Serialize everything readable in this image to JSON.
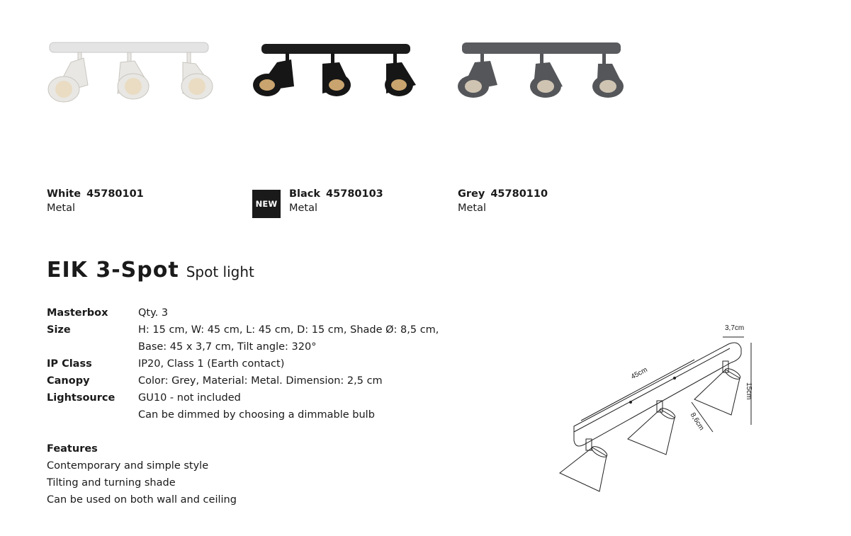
{
  "variants": [
    {
      "color": "White",
      "code": "45780101",
      "material": "Metal",
      "new": ""
    },
    {
      "color": "Black",
      "code": "45780103",
      "material": "Metal",
      "new": "NEW"
    },
    {
      "color": "Grey",
      "code": "45780110",
      "material": "Metal",
      "new": ""
    }
  ],
  "colors": {
    "white_shade": "#e9e7e3",
    "black_shade": "#161616",
    "grey_shade": "#55565a",
    "rail_white": "#e4e4e4",
    "rail_black": "#1c1c1c",
    "rail_grey": "#5a5b5e",
    "bulb": "#e9dcc3"
  },
  "product": {
    "name": "EIK 3-Spot",
    "type": "Spot light"
  },
  "specs": [
    {
      "label": "Masterbox",
      "lines": [
        "Qty. 3"
      ]
    },
    {
      "label": "Size",
      "lines": [
        "H: 15 cm, W: 45 cm, L: 45 cm, D: 15 cm, Shade Ø: 8,5 cm,",
        "Base: 45 x 3,7 cm, Tilt angle: 320°"
      ]
    },
    {
      "label": "IP Class",
      "lines": [
        "IP20, Class 1 (Earth contact)"
      ]
    },
    {
      "label": "Canopy",
      "lines": [
        "Color: Grey, Material: Metal. Dimension: 2,5 cm"
      ]
    },
    {
      "label": "Lightsource",
      "lines": [
        "GU10 - not included",
        "Can be dimmed by choosing a dimmable bulb"
      ]
    }
  ],
  "features": {
    "heading": "Features",
    "items": [
      "Contemporary and simple style",
      "Tilting and turning shade",
      "Can be used on both wall and ceiling"
    ]
  },
  "drawing": {
    "depth": "3,7cm",
    "length": "45cm",
    "height": "15cm",
    "shade": "8,6cm"
  }
}
